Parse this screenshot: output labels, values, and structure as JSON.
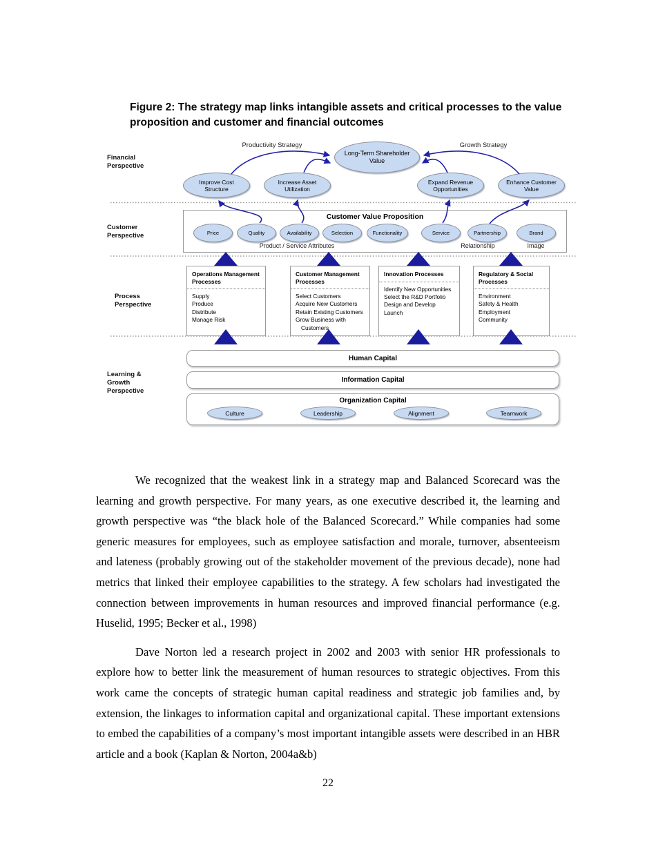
{
  "figure": {
    "title": "Figure 2: The strategy map links intangible assets and critical processes to the value proposition and customer and financial outcomes",
    "strategy_labels": {
      "productivity": "Productivity Strategy",
      "growth": "Growth Strategy"
    },
    "perspective_labels": {
      "financial": "Financial Perspective",
      "customer": "Customer Perspective",
      "process": "Process Perspective",
      "learning": "Learning & Growth Perspective"
    },
    "financial": {
      "center_ellipse": "Long-Term Shareholder Value",
      "ellipses": [
        "Improve Cost Structure",
        "Increase Asset Utilization",
        "Expand Revenue Opportunities",
        "Enhance Customer Value"
      ]
    },
    "customer": {
      "box_title": "Customer Value Proposition",
      "ellipses": [
        "Price",
        "Quality",
        "Availability",
        "Selection",
        "Functionality",
        "Service",
        "Partnership",
        "Brand"
      ],
      "group_labels": [
        "Product / Service Attributes",
        "Relationship",
        "Image"
      ]
    },
    "process": {
      "boxes": [
        {
          "title": "Operations Management Processes",
          "items": [
            "Supply",
            "Produce",
            "Distribute",
            "Manage Risk"
          ]
        },
        {
          "title": "Customer Management Processes",
          "items": [
            "Select Customers",
            "Acquire New Customers",
            "Retain Existing Customers",
            "Grow Business with Customers"
          ]
        },
        {
          "title": "Innovation Processes",
          "items": [
            "Identify New Opportunities",
            "Select the R&D Portfolio",
            "Design and Develop",
            "Launch"
          ]
        },
        {
          "title": "Regulatory & Social Processes",
          "items": [
            "Environment",
            "Safety & Health",
            "Employment",
            "Community"
          ]
        }
      ]
    },
    "learning": {
      "bars": [
        "Human Capital",
        "Information Capital"
      ],
      "org_box_title": "Organization Capital",
      "org_ellipses": [
        "Culture",
        "Leadership",
        "Alignment",
        "Teamwork"
      ]
    },
    "colors": {
      "ellipse_fill": "#c8d9f2",
      "arrow_blue": "#2222aa",
      "triangle_blue": "#1b1b9d"
    }
  },
  "body": {
    "paragraph1": "We recognized that the weakest link in a strategy map and Balanced Scorecard was the learning and growth perspective. For many years, as one executive described it, the learning and growth perspective was “the black hole of the Balanced Scorecard.” While companies had some generic measures for employees, such as employee satisfaction and morale, turnover, absenteeism and lateness (probably growing out of the stakeholder movement of the previous decade), none had metrics that linked their employee capabilities to the strategy. A few scholars had investigated the connection between improvements in human resources and improved financial performance (e.g. Huselid, 1995; Becker et al., 1998)",
    "paragraph2": "Dave Norton led a research project in 2002 and 2003 with senior HR professionals to explore how to better link the measurement of human resources to strategic objectives. From this work came the concepts of strategic human capital readiness and strategic job families and, by extension, the linkages to information capital and organizational capital. These important extensions to embed the capabilities of a company’s most important intangible assets were described in an HBR article and a book (Kaplan & Norton, 2004a&b)"
  },
  "page_number": "22"
}
